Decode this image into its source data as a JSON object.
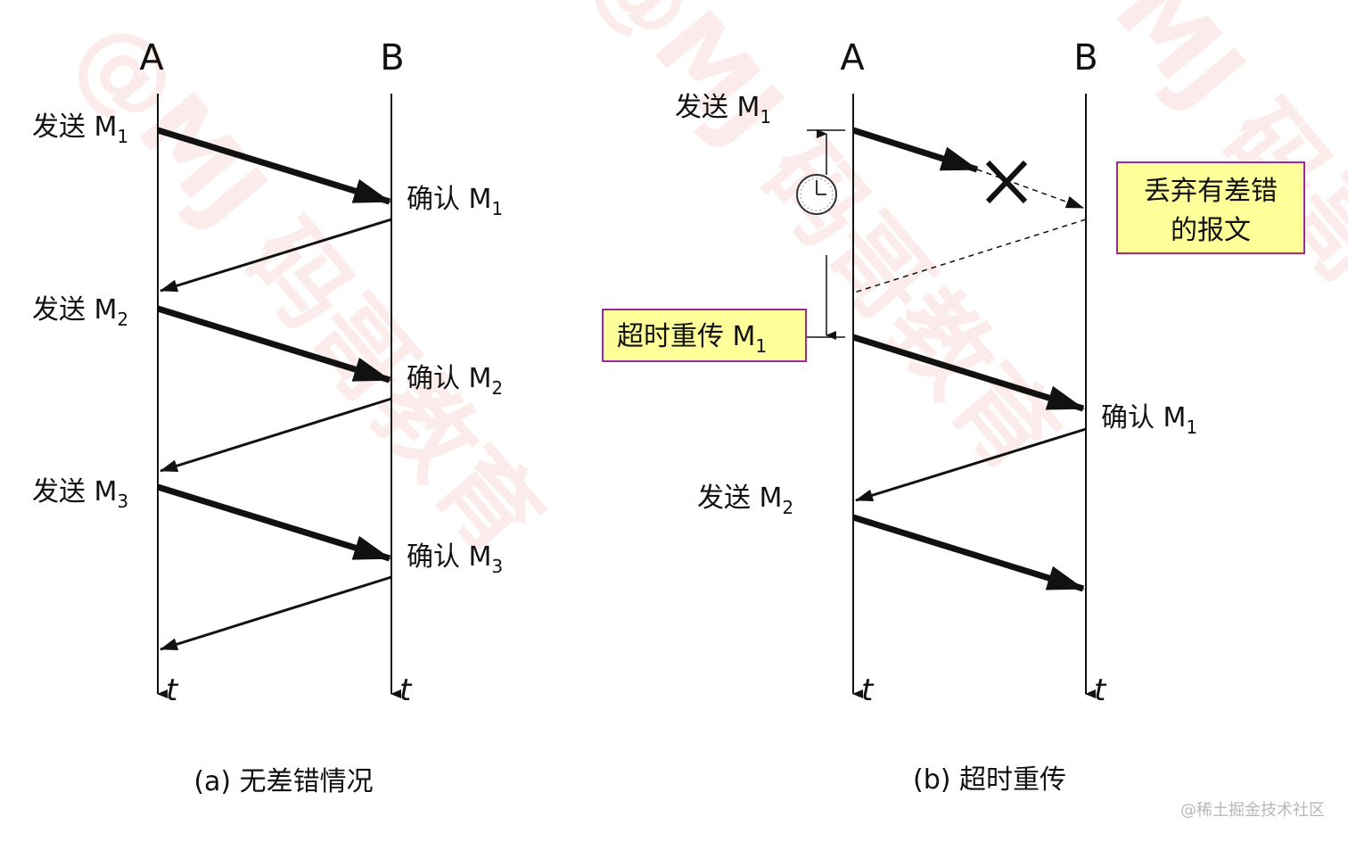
{
  "colors": {
    "line": "#111111",
    "box_fill": "#ffff99",
    "box_border": "#9b2a9b",
    "watermark": "#f3b8b8",
    "footer": "#b8b8b8"
  },
  "diagram_a": {
    "host_a": "A",
    "host_b": "B",
    "time_a": "t",
    "time_b": "t",
    "send_prefix": "发送 M",
    "ack_prefix": "确认 M",
    "subs": [
      "1",
      "2",
      "3"
    ],
    "caption": "(a) 无差错情况"
  },
  "diagram_b": {
    "host_a": "A",
    "host_b": "B",
    "time_a": "t",
    "time_b": "t",
    "send1_prefix": "发送 M",
    "send1_sub": "1",
    "discard_line1": "丢弃有差错",
    "discard_line2": "的报文",
    "retransmit_prefix": "超时重传 M",
    "retransmit_sub": "1",
    "ack_prefix": "确认 M",
    "ack_sub": "1",
    "send2_prefix": "发送 M",
    "send2_sub": "2",
    "caption": "(b) 超时重传",
    "clock_icon": "clock-icon",
    "lost_icon": "cross-icon"
  },
  "watermark": "@MJ 码哥教育",
  "footer": "@稀土掘金技术社区"
}
